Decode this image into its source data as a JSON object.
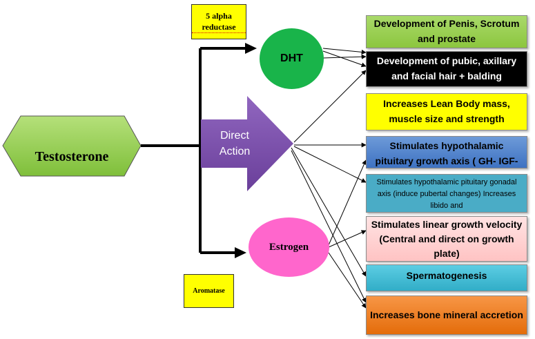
{
  "source": {
    "label": "Testosterone"
  },
  "direct_action": {
    "line1": "Direct",
    "line2": "Action"
  },
  "dht": {
    "label": "DHT",
    "enzyme": "5 alpha reductase"
  },
  "estrogen": {
    "label": "Estrogen",
    "enzyme": "Aromatase"
  },
  "effects": [
    {
      "label": "Development of Penis, Scrotum and prostate"
    },
    {
      "label": "Development of pubic, axillary and facial hair + balding"
    },
    {
      "label": "Increases Lean Body mass, muscle size and strength"
    },
    {
      "label": "Stimulates hypothalamic pituitary growth axis ( GH- IGF-"
    },
    {
      "label": "Stimulates hypothalamic pituitary gonadal axis (induce pubertal changes) Increases libido and"
    },
    {
      "label": "Stimulates linear growth velocity (Central and direct on growth plate)"
    },
    {
      "label": "Spermatogenesis"
    },
    {
      "label": "Increases bone mineral accretion"
    }
  ],
  "colors": {
    "source_fill": "#92d050",
    "dht_fill": "#19b44a",
    "estrogen_fill": "#ff66cc",
    "arrow_fill": "#7a4aa8",
    "enzyme_box": "#ffff00"
  }
}
